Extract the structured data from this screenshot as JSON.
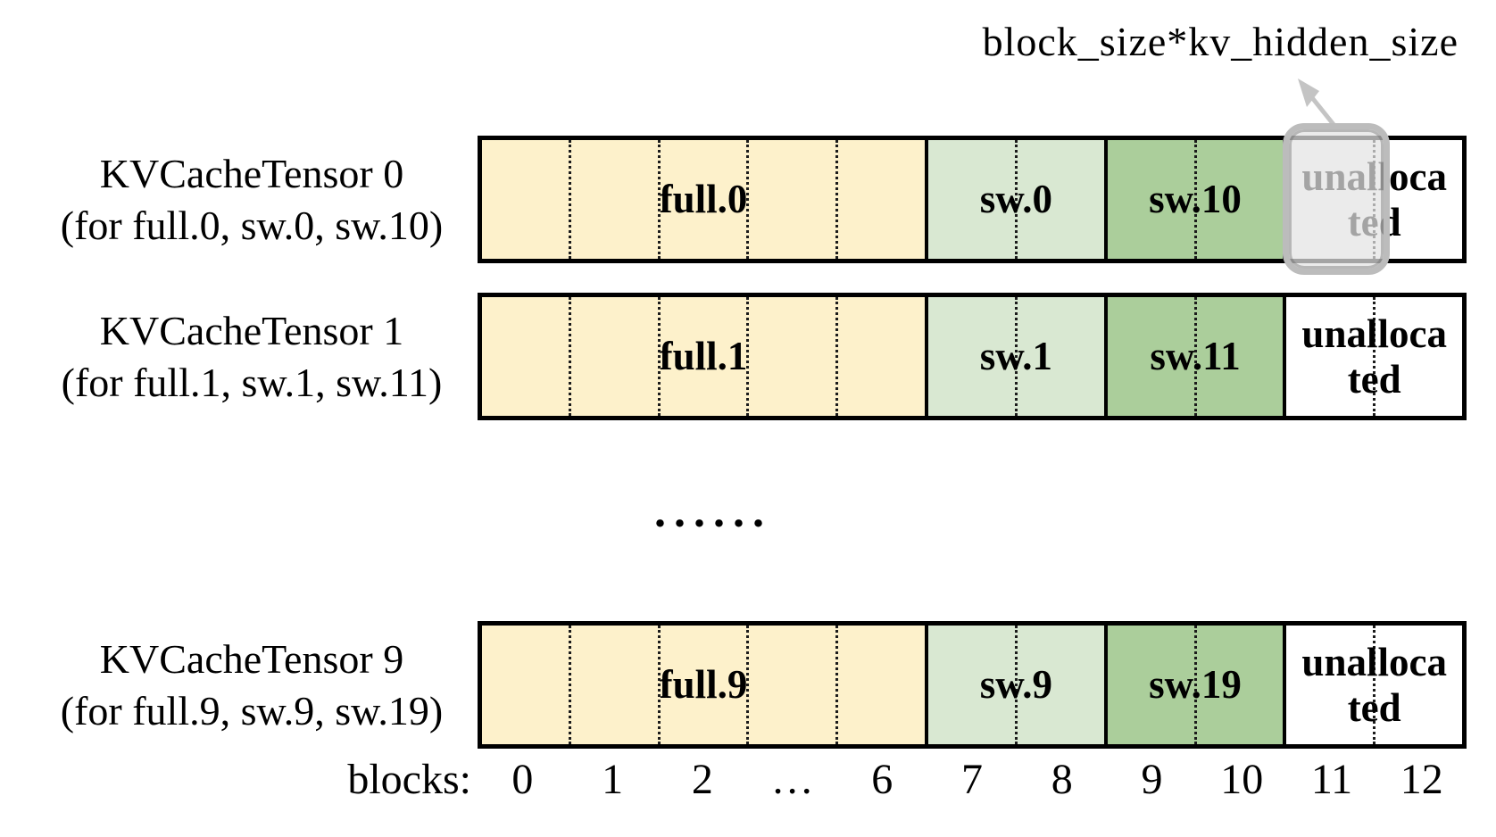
{
  "annotation": {
    "label": "block_size*kv_hidden_size",
    "highlighted_block": "11"
  },
  "colors": {
    "full": "#fdf1cb",
    "sw_low": "#d9e8d2",
    "sw_high": "#abce9b",
    "unallocated": "#ffffff",
    "highlight_stroke": "#bcbcbc",
    "arrow": "#c4c4c4"
  },
  "tensors": [
    {
      "name": "KVCacheTensor 0",
      "subtitle": "(for full.0, sw.0, sw.10)",
      "highlighted": true,
      "segments": [
        {
          "kind": "full",
          "lines": [
            "full.0"
          ],
          "cells": 5
        },
        {
          "kind": "sw_low",
          "lines": [
            "sw.0"
          ],
          "cells": 2
        },
        {
          "kind": "sw_high",
          "lines": [
            "sw.10"
          ],
          "cells": 2
        },
        {
          "kind": "unallocated",
          "lines": [
            "unalloca",
            "ted"
          ],
          "cells": 2
        }
      ]
    },
    {
      "name": "KVCacheTensor 1",
      "subtitle": "(for full.1, sw.1, sw.11)",
      "highlighted": false,
      "segments": [
        {
          "kind": "full",
          "lines": [
            "full.1"
          ],
          "cells": 5
        },
        {
          "kind": "sw_low",
          "lines": [
            "sw.1"
          ],
          "cells": 2
        },
        {
          "kind": "sw_high",
          "lines": [
            "sw.11"
          ],
          "cells": 2
        },
        {
          "kind": "unallocated",
          "lines": [
            "unalloca",
            "ted"
          ],
          "cells": 2
        }
      ]
    },
    {
      "name": "KVCacheTensor 9",
      "subtitle": "(for full.9, sw.9, sw.19)",
      "highlighted": false,
      "segments": [
        {
          "kind": "full",
          "lines": [
            "full.9"
          ],
          "cells": 5
        },
        {
          "kind": "sw_low",
          "lines": [
            "sw.9"
          ],
          "cells": 2
        },
        {
          "kind": "sw_high",
          "lines": [
            "sw.19"
          ],
          "cells": 2
        },
        {
          "kind": "unallocated",
          "lines": [
            "unalloca",
            "ted"
          ],
          "cells": 2
        }
      ]
    }
  ],
  "ellipsis": "......",
  "axis": {
    "label": "blocks:",
    "ticks": [
      "0",
      "1",
      "2",
      "…",
      "6",
      "7",
      "8",
      "9",
      "10",
      "11",
      "12"
    ]
  }
}
